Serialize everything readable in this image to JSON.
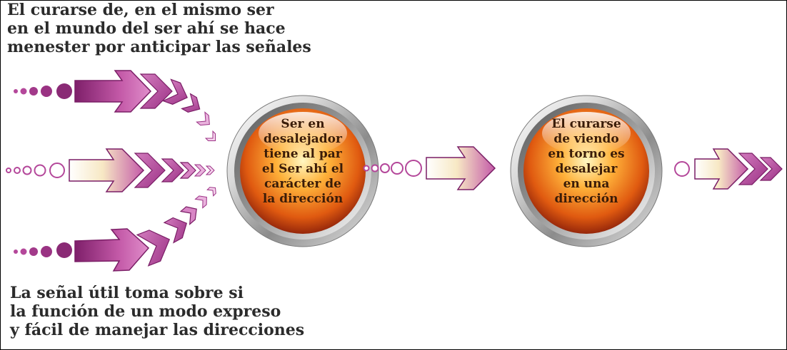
{
  "captions": {
    "top": [
      "El curarse de, en el mismo ser",
      "en el mundo del ser ahí se hace",
      "menester por anticipar las señales"
    ],
    "bottom": [
      "La señal útil toma sobre si",
      "la función de un modo expreso",
      "y fácil de manejar las direcciones"
    ]
  },
  "orbs": [
    {
      "lines": [
        "Ser en",
        "desalejador",
        "tiene al par",
        "el Ser ahí el",
        "carácter de",
        "la dirección"
      ]
    },
    {
      "lines": [
        "El curarse",
        "de viendo",
        "en torno es",
        "desalejar",
        "en una",
        "dirección"
      ]
    }
  ],
  "colors": {
    "arrow": "#b4479a",
    "arrow_light": "#f7e8c4",
    "orb_core": "#ff9a1a",
    "orb_edge": "#8a1f0a",
    "ring": "#bfbfbf",
    "text": "#2b2b2b"
  }
}
